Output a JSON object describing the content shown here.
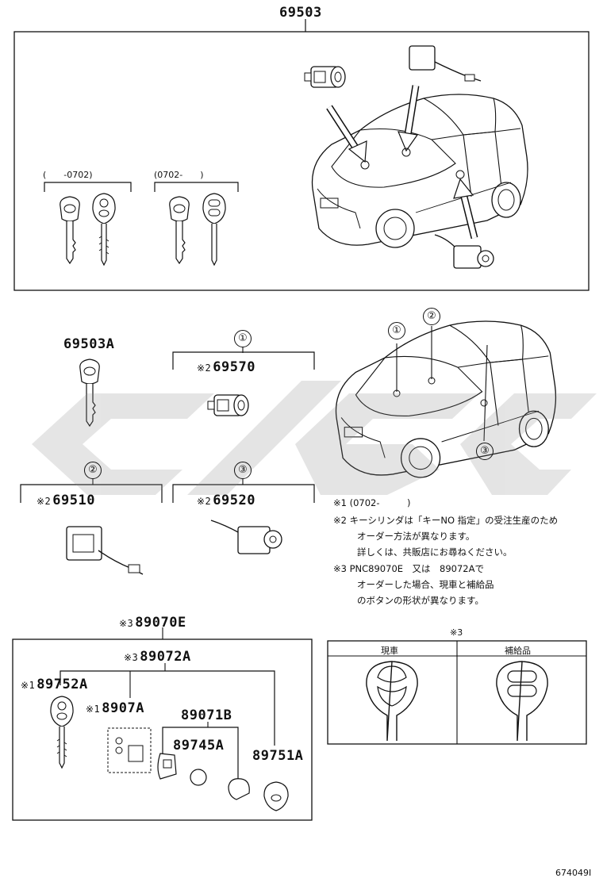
{
  "main_part": "69503",
  "key_ranges": {
    "left": "(　　-0702)",
    "right": "(0702-　　)"
  },
  "parts": {
    "p69503A": "69503A",
    "p69570": "69570",
    "p69510": "69510",
    "p69520": "69520",
    "p89070E": "89070E",
    "p89072A": "89072A",
    "p89752A": "89752A",
    "p8907A": "8907A",
    "p89071B": "89071B",
    "p89745A": "89745A",
    "p89751A": "89751A"
  },
  "marks": {
    "m1": "※1",
    "m2": "※2",
    "m3": "※3"
  },
  "circles": {
    "c1": "①",
    "c2": "②",
    "c3": "③"
  },
  "notes": {
    "n1": "※1 (0702-　　　)",
    "n2a": "※2 キーシリンダは「キーNO 指定」の受注生産のため",
    "n2b": "オーダー方法が異なります。",
    "n2c": "詳しくは、共販店にお尋ねください。",
    "n3a": "※3 PNC89070E　又は　89072Aで",
    "n3b": "オーダーした場合、現車と補給品",
    "n3c": "のボタンの形状が異なります。"
  },
  "compare_table": {
    "mark": "※3",
    "col1": "現車",
    "col2": "補給品"
  },
  "watermark": "C/L S C",
  "figure_id": "674049I"
}
